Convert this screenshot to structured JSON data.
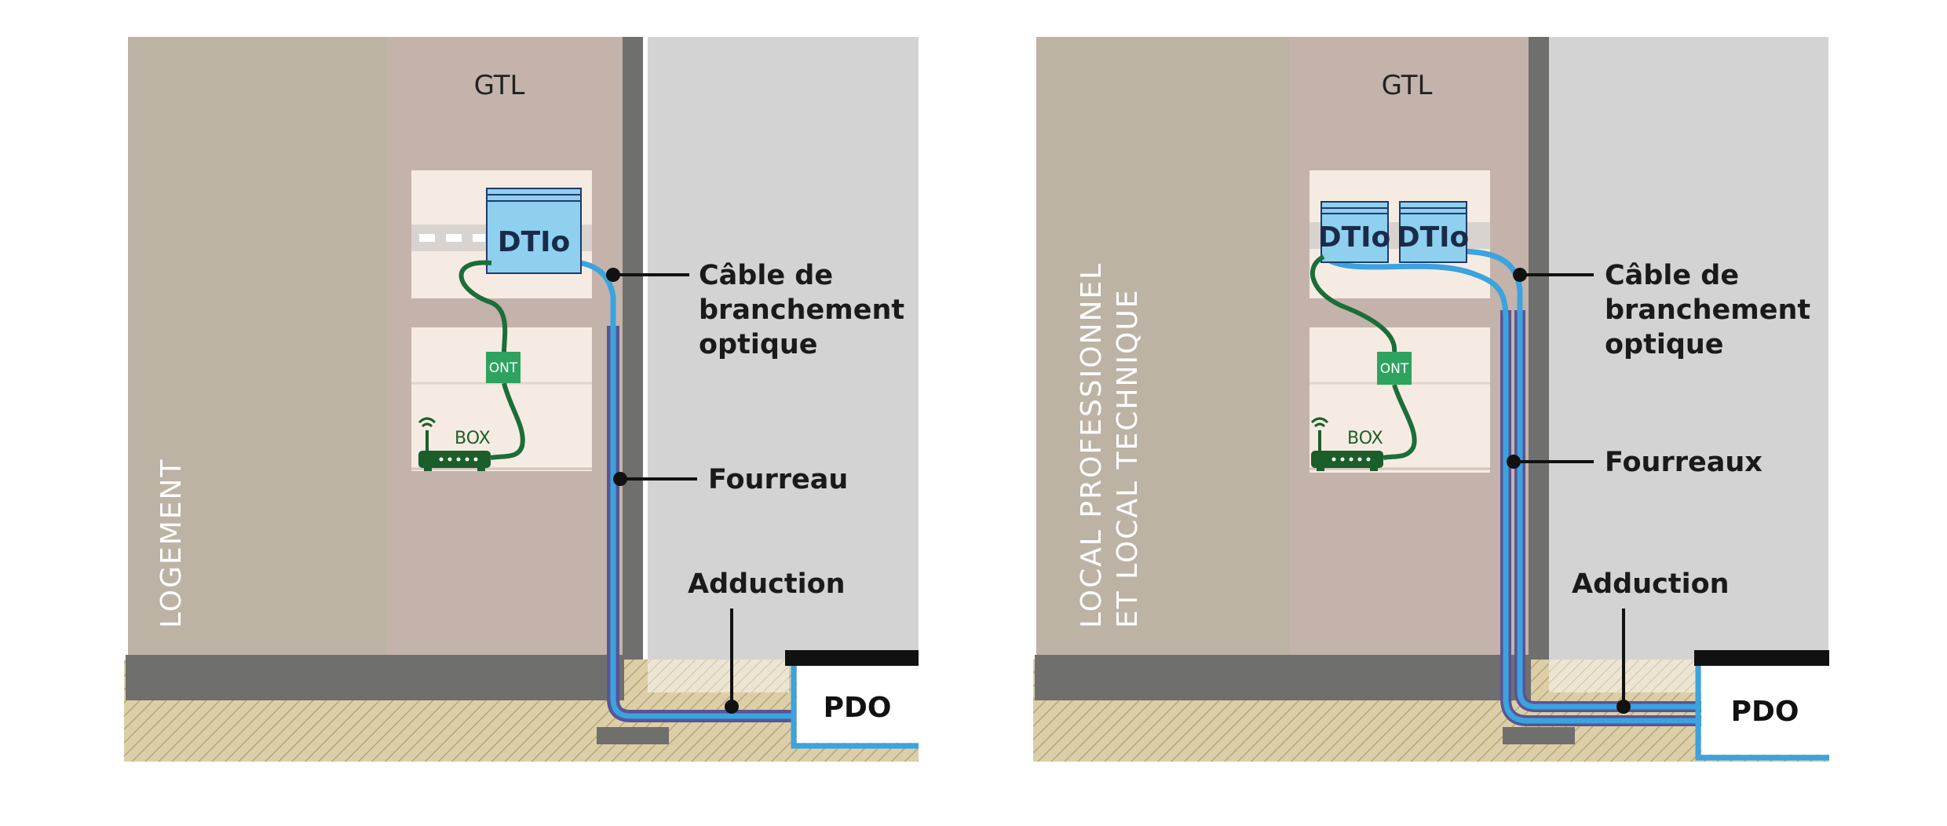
{
  "colors": {
    "wall_left": "#bcb3a5",
    "gtl_zone": "#c4b3ab",
    "wall_right": "#d3d3d3",
    "concrete": "#6f6f6e",
    "ground": "#d9c9a0",
    "panel": "#f6ebe2",
    "dtio_fill": "#8fd0ef",
    "cable_blue": "#3ba3de",
    "sheath_purple": "#5a5494",
    "cable_green": "#1b6e3a",
    "ont_fill": "#2ea35f",
    "box_green": "#1b5e2a"
  },
  "left": {
    "vertical_label": "LOGEMENT",
    "gtl": "GTL",
    "dtio": "DTIo",
    "ont": "ONT",
    "box": "BOX",
    "cable_label_1": "Câble de",
    "cable_label_2": "branchement",
    "cable_label_3": "optique",
    "fourreau": "Fourreau",
    "adduction": "Adduction",
    "pdo": "PDO"
  },
  "right": {
    "vertical_label_1": "LOCAL PROFESSIONNEL",
    "vertical_label_2": "ET LOCAL TECHNIQUE",
    "gtl": "GTL",
    "dtio_a": "DTIo",
    "dtio_b": "DTIo",
    "ont": "ONT",
    "box": "BOX",
    "cable_label_1": "Câble de",
    "cable_label_2": "branchement",
    "cable_label_3": "optique",
    "fourreaux": "Fourreaux",
    "adduction": "Adduction",
    "pdo": "PDO"
  }
}
